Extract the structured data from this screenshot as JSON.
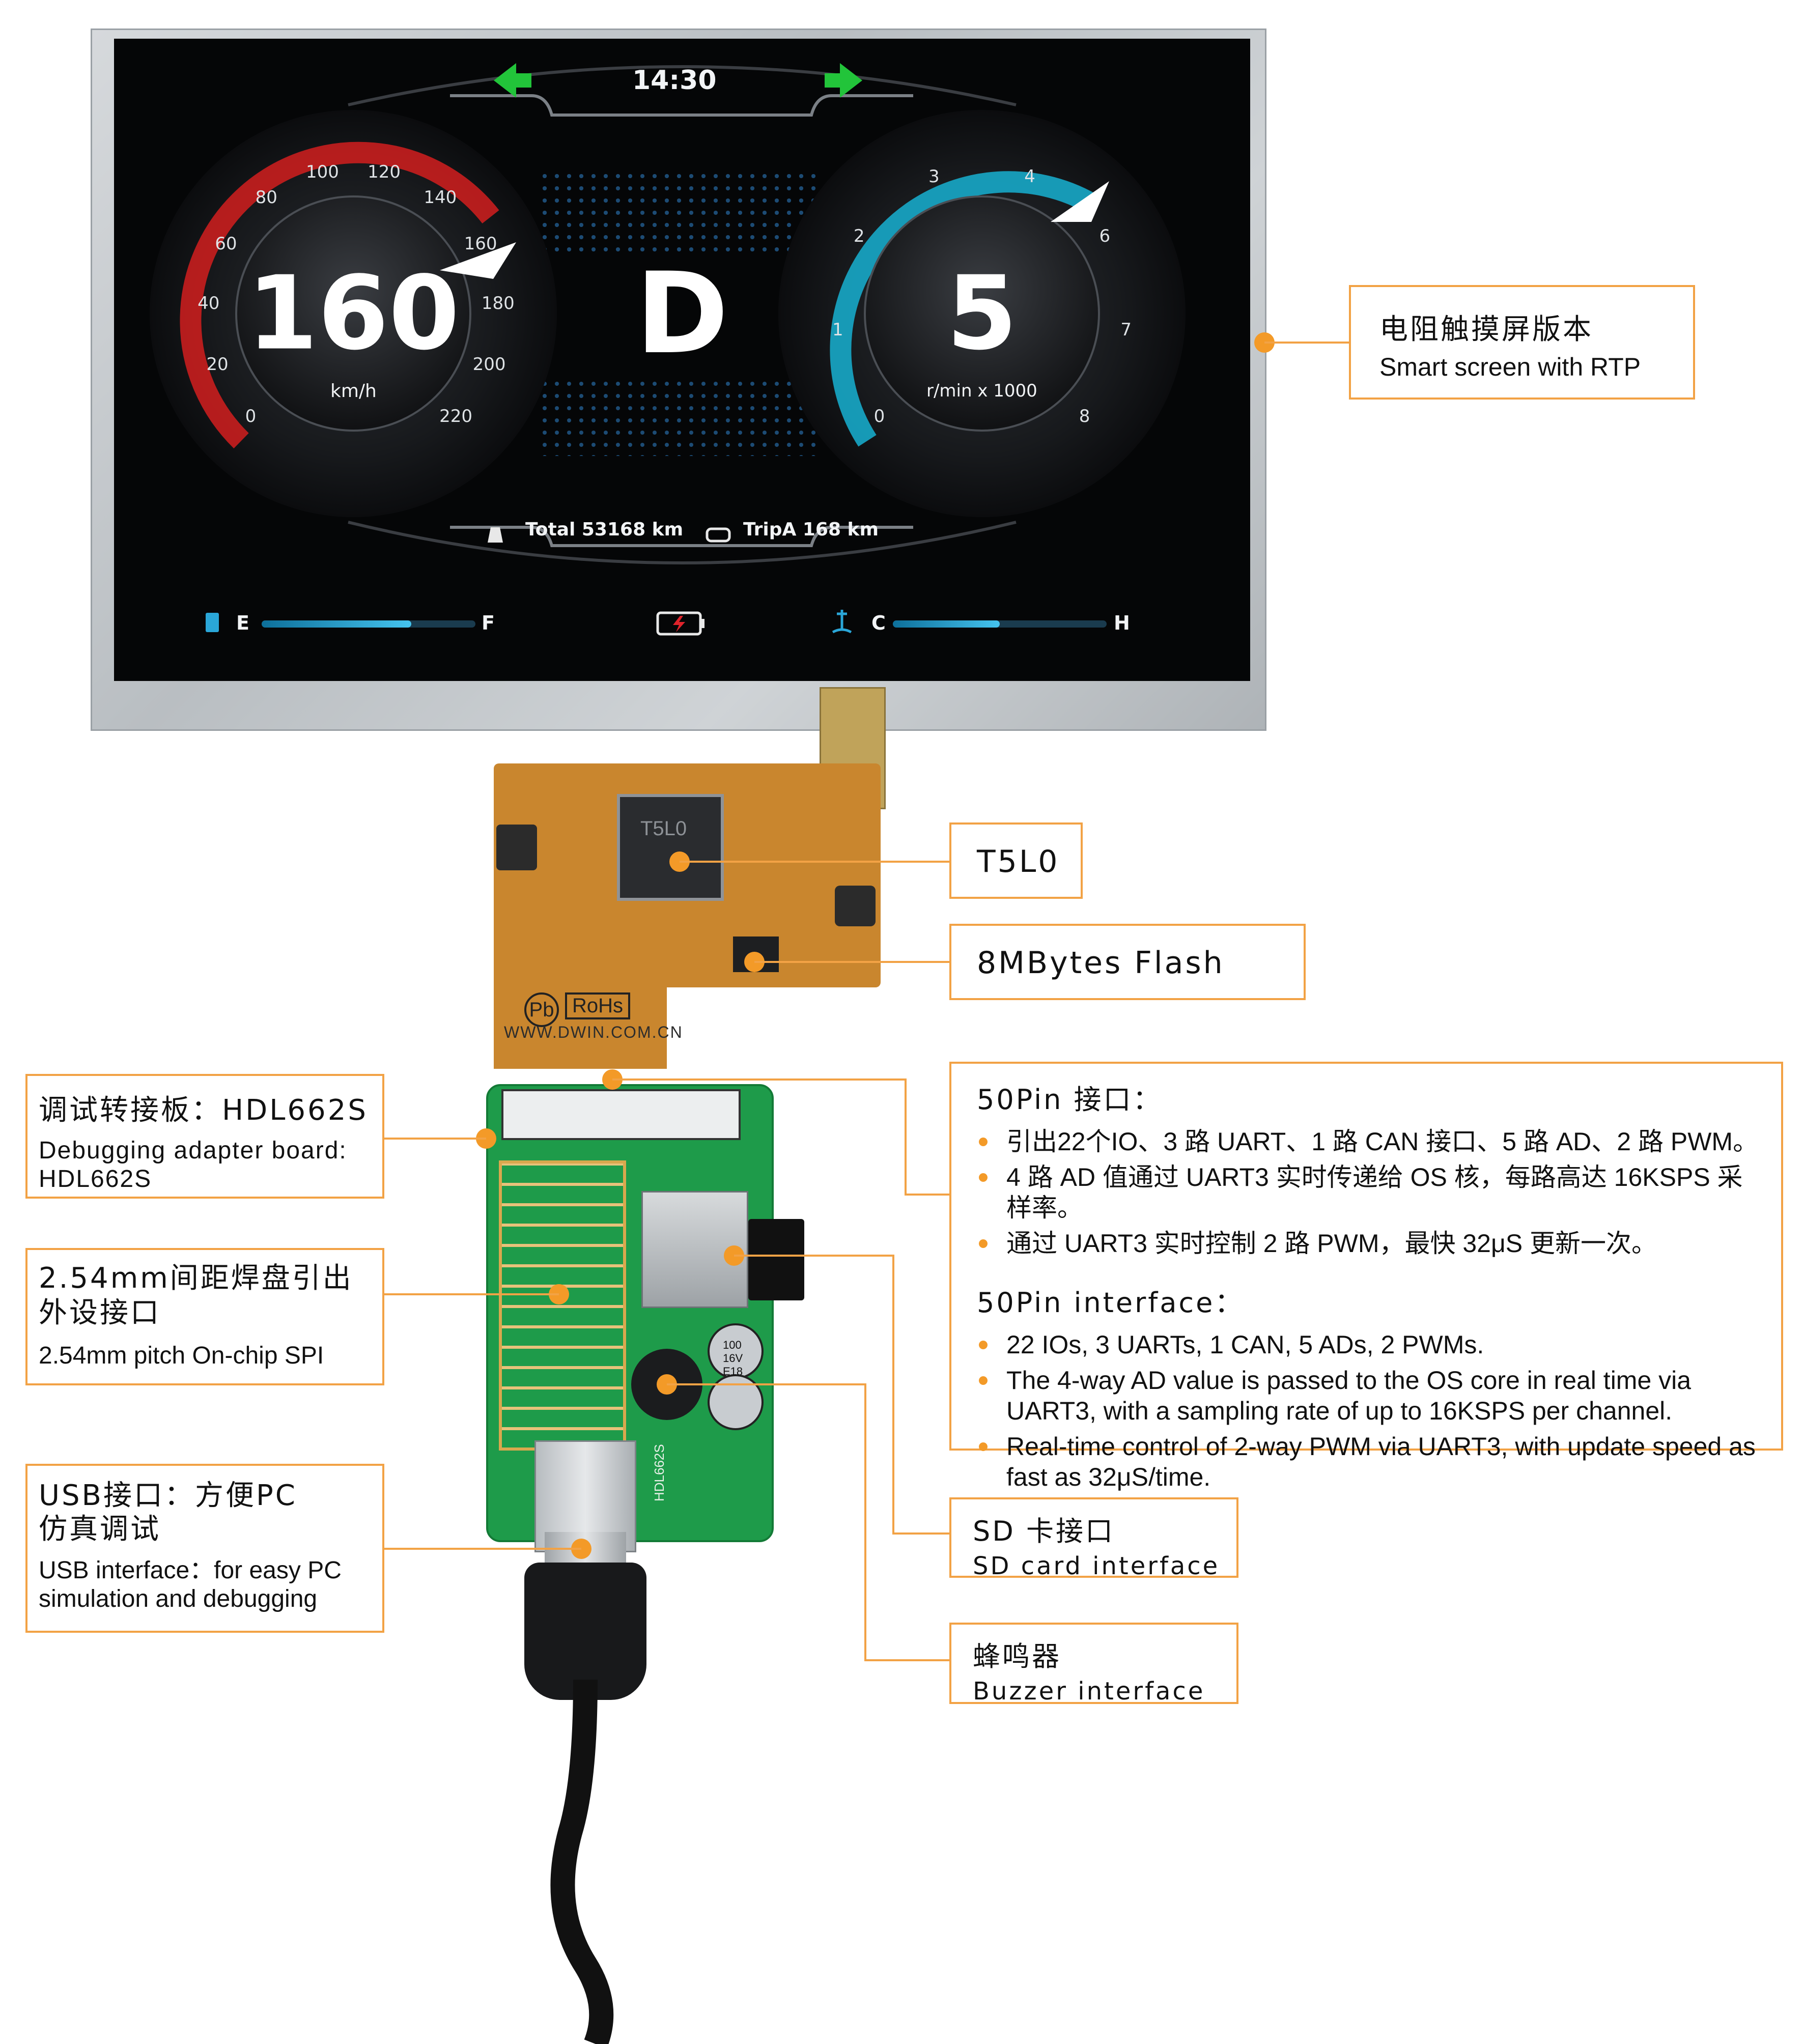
{
  "dashboard": {
    "clock": "14:30",
    "speed_value": "160",
    "speed_unit": "km/h",
    "speed_ticks": [
      "0",
      "20",
      "40",
      "60",
      "80",
      "100",
      "120",
      "140",
      "160",
      "180",
      "200",
      "220"
    ],
    "gear": "D",
    "rpm_value": "5",
    "rpm_unit": "r/min x 1000",
    "rpm_ticks": [
      "0",
      "1",
      "2",
      "3",
      "4",
      "6",
      "7",
      "8"
    ],
    "odometer": "Total 53168 km",
    "trip": "TripA 168 km",
    "fuel_low": "E",
    "fuel_high": "F",
    "temp_low": "C",
    "temp_high": "H",
    "fuel_level": 0.7,
    "temp_level": 0.5,
    "colors": {
      "speed_ring": "#c81e1e",
      "rpm_ring": "#17a9c8",
      "arrow": "#22c43a",
      "accent": "#f2a245"
    }
  },
  "board_marks": {
    "chip_label": "T5L0",
    "rohs": "RoHs",
    "pb": "Pb",
    "website": "WWW.DWIN.COM.CN",
    "capacitor": "100 16V E18",
    "pcb_label": "HDL662S"
  },
  "callouts": {
    "rtp": {
      "cn": "电阻触摸屏版本",
      "en": "Smart screen with RTP"
    },
    "t5l0": {
      "label": "T5L0"
    },
    "flash": {
      "label": "8MBytes Flash"
    },
    "pin50": {
      "cn_title": "50Pin 接口：",
      "cn_items": [
        "引出22个IO、3 路 UART、1 路 CAN 接口、5 路 AD、2 路 PWM。",
        "4 路 AD 值通过 UART3 实时传递给 OS 核，每路高达 16KSPS 采样率。",
        "通过 UART3 实时控制 2 路 PWM，最快 32μS 更新一次。"
      ],
      "en_title": "50Pin interface：",
      "en_items": [
        "22 IOs, 3 UARTs, 1 CAN, 5 ADs, 2 PWMs.",
        "The 4-way AD value is passed to the OS core in real time via UART3, with a sampling rate of up to 16KSPS per channel.",
        "Real-time control of 2-way PWM via UART3, with update speed as fast as 32μS/time."
      ]
    },
    "adapter": {
      "cn": "调试转接板：HDL662S",
      "en": "Debugging adapter board: HDL662S"
    },
    "pads": {
      "cn": "2.54mm间距焊盘引出外设接口",
      "en": "2.54mm pitch On-chip SPI"
    },
    "usb": {
      "cn": "USB接口：方便PC仿真调试",
      "en": "USB interface：for easy PC simulation and debugging"
    },
    "sd": {
      "cn": "SD 卡接口",
      "en": "SD card interface"
    },
    "buzzer": {
      "cn": "蜂鸣器",
      "en": "Buzzer interface"
    }
  }
}
